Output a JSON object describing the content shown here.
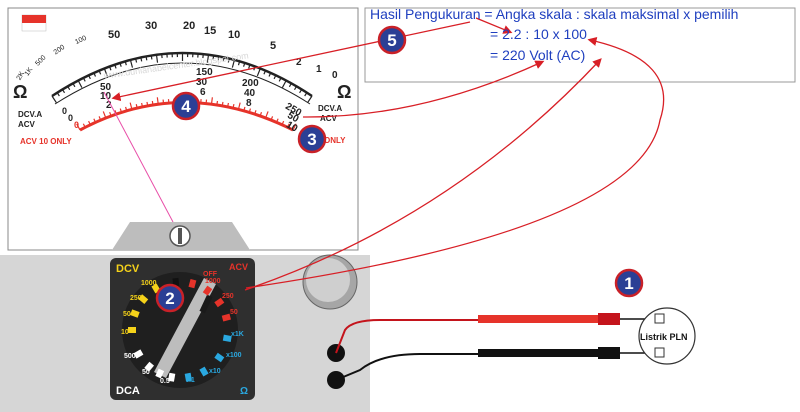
{
  "formula": {
    "line1": "Hasil Pengukuran = Angka skala : skala maksimal x pemilih",
    "line2": "= 2.2 : 10 x 100",
    "line3": "= 220 Volt (AC)"
  },
  "meter": {
    "ohm_symbol": "Ω",
    "ohm_scale": [
      "2K",
      "1K",
      "500",
      "200",
      "100",
      "50",
      "30",
      "20",
      "15",
      "10",
      "5",
      "2",
      "1",
      "0"
    ],
    "dcv_scale_1": [
      "50",
      "10",
      "2"
    ],
    "dcv_scale_2": [
      "150",
      "30",
      "6"
    ],
    "dcv_scale_3": [
      "200",
      "40",
      "8"
    ],
    "dcv_scale_4": [
      "250",
      "50",
      "10"
    ],
    "label_dcva_acv": [
      "DCV.A",
      "ACV"
    ],
    "acv10_label": "ACV 10 ONLY",
    "acv10_label_right": "ONLY",
    "watermark": "www.dunianabelcenter.blogspot.com",
    "zero_symbol": "0"
  },
  "dial": {
    "dcv": "DCV",
    "acv": "ACV",
    "dca": "DCA",
    "ohm": "Ω",
    "off": "OFF",
    "dcv_values": [
      "1000",
      "250",
      "50",
      "10"
    ],
    "dca_values": [
      "500",
      "50",
      "0.5"
    ],
    "acv_values": [
      "1000",
      "250",
      "50",
      "10"
    ],
    "ohm_values": [
      "x1K",
      "x100",
      "x10",
      "x1"
    ]
  },
  "probe": {
    "source_label": "Listrik PLN"
  },
  "markers": [
    "1",
    "2",
    "3",
    "4",
    "5"
  ],
  "colors": {
    "marker_fill": "#2b3f95",
    "marker_ring": "#c92128",
    "arrow": "#d81f26",
    "formula_text": "#1f3fbf"
  }
}
